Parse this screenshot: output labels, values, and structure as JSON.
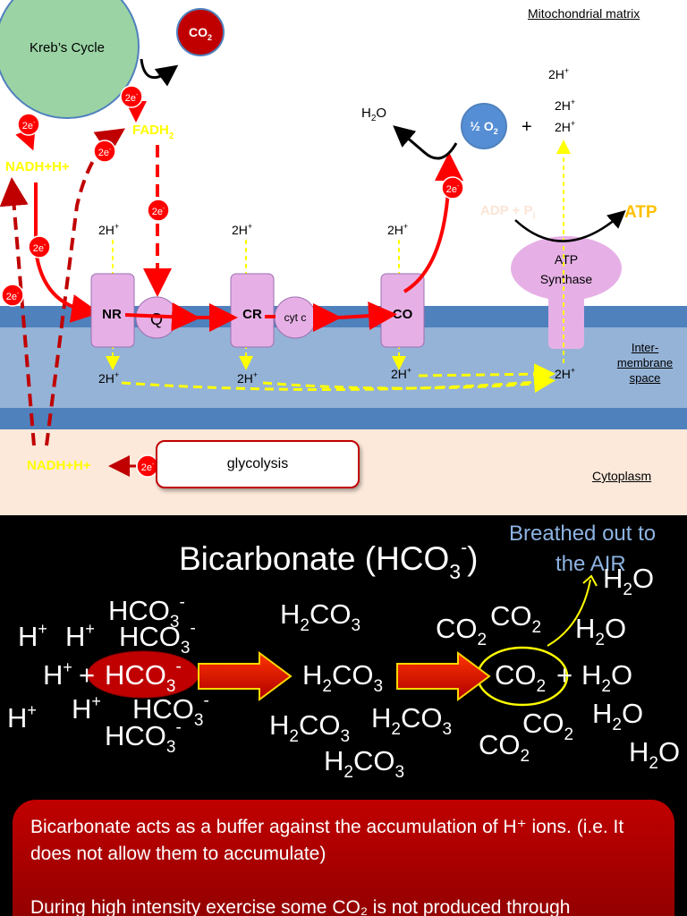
{
  "top": {
    "region_matrix": "Mitochondrial matrix",
    "region_intermembrane": "Inter-membrane space",
    "region_cytoplasm": "Cytoplasm",
    "krebs": "Kreb’s Cycle",
    "co2": "CO",
    "co2_sub": "2",
    "electron": "2e",
    "electron_sup": "-",
    "fadh2": "FADH",
    "fadh2_sub": "2",
    "nadh": "NADH+H+",
    "nadh_bottom": "NADH+H+",
    "proton": "2H",
    "proton_sup": "+",
    "h2o": "H",
    "h2o_sub": "2",
    "h2o_o": "O",
    "half_o2": "½ O",
    "half_o2_sub": "2",
    "plus": "+",
    "adp": "ADP + P",
    "adp_sub": "i",
    "atp": "ATP",
    "atp_synthase_line1": "ATP",
    "atp_synthase_line2": "Synthase",
    "nr": "NR",
    "q": "Q",
    "cr": "CR",
    "cytc": "cyt c",
    "co_complex": "CO",
    "glycolysis": "glycolysis"
  },
  "bottom": {
    "title_main": "Bicarbonate (HCO",
    "title_sub": "3",
    "title_sup": "-",
    "title_close": ")",
    "breathed_line1": "Breathed out to",
    "breathed_line2": "the AIR",
    "h": "H",
    "h_sup": "+",
    "hco": "HCO",
    "hco_sub": "3",
    "hco_sup": "-",
    "h2": "H",
    "h2_sub": "2",
    "co3": "CO",
    "co3_sub": "3",
    "co": "CO",
    "co_sub": "2",
    "o": "O",
    "plus": "+"
  },
  "info": {
    "para1": "Bicarbonate acts as a buffer against the accumulation of H⁺ ions. (i.e. It does not allow them to accumulate)",
    "para2": "During high intensity exercise some CO₂ is not produced through"
  },
  "colors": {
    "membrane_blue": "#4f81bd",
    "membrane_light": "#95b3d7",
    "cytoplasm": "#fce9da",
    "krebs_green": "#9bd3a4",
    "electron_red": "#ff0000",
    "complex_pink": "#e6b0e6",
    "fadh_yellow": "#ffff00",
    "oxygen_blue": "#558ed5",
    "atp_orange": "#ffc000",
    "dark_red": "#c00000",
    "breath_blue": "#8db3e2"
  }
}
